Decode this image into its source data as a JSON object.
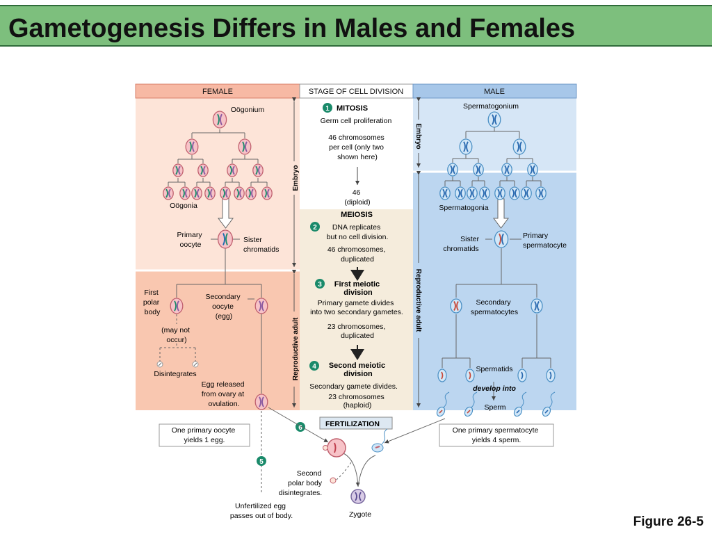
{
  "title": "Gametogenesis Differs in Males and Females",
  "figure_label": "Figure 26-5",
  "colors": {
    "title_bg": "#7dbf7d",
    "female_bg": "#fde4d8",
    "female_adult_bg": "#f9c7b0",
    "female_header": "#f7b9a4",
    "male_bg": "#d6e6f6",
    "male_adult_bg": "#bcd6f0",
    "male_header": "#a7c7e9",
    "stage_bg": "#f5ecdc",
    "step_badge": "#1a8a6a"
  },
  "headers": {
    "female": "FEMALE",
    "stage": "STAGE OF CELL DIVISION",
    "male": "MALE"
  },
  "side_labels": {
    "female_embryo": "Embryo",
    "female_adult": "Reproductive adult",
    "male_embryo": "Embryo",
    "male_adult": "Reproductive adult"
  },
  "stages": {
    "s1_num": "1",
    "s1_title": "MITOSIS",
    "s1_sub": "Germ cell proliferation",
    "s1_desc": [
      "46 chromosomes",
      "per cell (only two",
      "shown here)"
    ],
    "s1_out": [
      "46",
      "(diploid)"
    ],
    "meiosis": "MEIOSIS",
    "s2_num": "2",
    "s2_desc": [
      "DNA replicates",
      "but no cell division."
    ],
    "s2_out": [
      "46 chromosomes,",
      "duplicated"
    ],
    "s3_num": "3",
    "s3_title": [
      "First meiotic",
      "division"
    ],
    "s3_desc": [
      "Primary gamete divides",
      "into two secondary gametes."
    ],
    "s3_out": [
      "23 chromosomes,",
      "duplicated"
    ],
    "s4_num": "4",
    "s4_title": [
      "Second meiotic",
      "division"
    ],
    "s4_desc": [
      "Secondary gamete divides.",
      "23 chromosomes",
      "(haploid)"
    ],
    "fertilization": "FERTILIZATION",
    "s5_num": "5",
    "s6_num": "6"
  },
  "female": {
    "oogonium": "Oögonium",
    "oogonia": "Oögonia",
    "primary_oocyte": [
      "Primary",
      "oocyte"
    ],
    "sister_chromatids": [
      "Sister",
      "chromatids"
    ],
    "first_polar_body": [
      "First",
      "polar",
      "body"
    ],
    "secondary_oocyte": [
      "Secondary",
      "oocyte",
      "(egg)"
    ],
    "may_not_occur": [
      "(may not",
      "occur)"
    ],
    "disintegrates": "Disintegrates",
    "egg_released": [
      "Egg released",
      "from ovary at",
      "ovulation."
    ],
    "summary": [
      "One primary oocyte",
      "yields 1 egg."
    ],
    "second_polar_body": [
      "Second",
      "polar body",
      "disintegrates."
    ],
    "unfertilized": [
      "Unfertilized egg",
      "passes out of body."
    ]
  },
  "male": {
    "spermatogonium": "Spermatogonium",
    "spermatogonia": "Spermatogonia",
    "sister_chromatids": [
      "Sister",
      "chromatids"
    ],
    "primary_spermatocyte": [
      "Primary",
      "spermatocyte"
    ],
    "secondary_spermatocytes": [
      "Secondary",
      "spermatocytes"
    ],
    "spermatids": "Spermatids",
    "develop_into": "develop into",
    "sperm": "Sperm",
    "summary": [
      "One primary spermatocyte",
      "yields 4 sperm."
    ]
  },
  "zygote": "Zygote"
}
